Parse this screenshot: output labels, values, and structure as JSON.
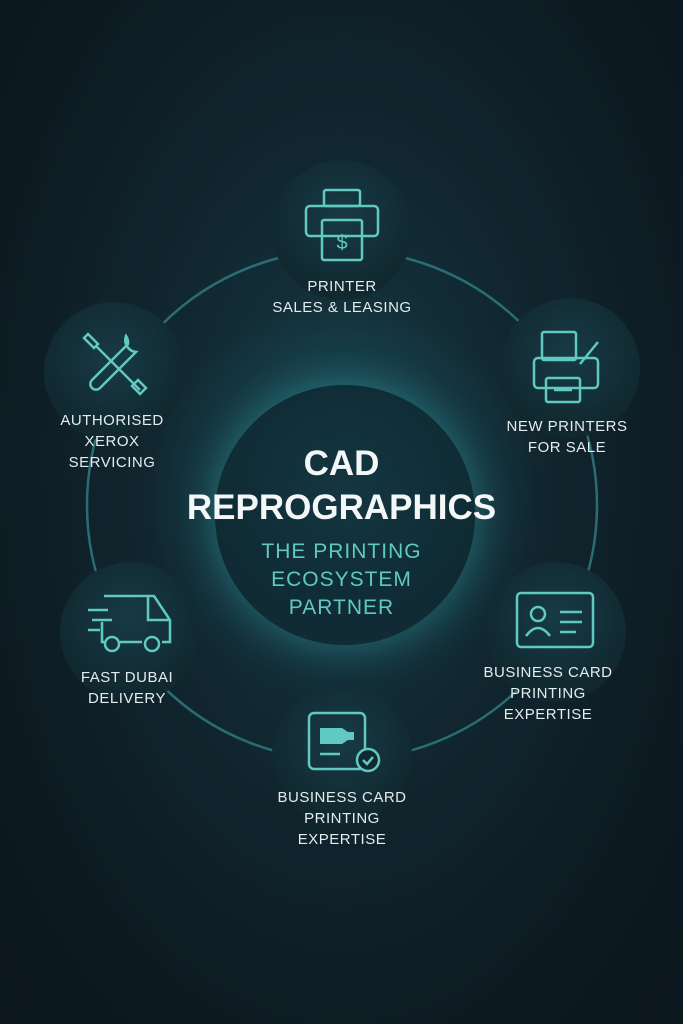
{
  "title": {
    "line1": "CAD",
    "line2": "REPROGRAPHICS"
  },
  "subtitle": {
    "line1": "THE PRINTING",
    "line2": "ECOSYSTEM",
    "line3": "PARTNER"
  },
  "nodes": [
    {
      "icon": "printer-dollar-icon",
      "line1": "PRINTER",
      "line2": "SALES & LEASING"
    },
    {
      "icon": "printer-pen-icon",
      "line1": "NEW PRINTERS",
      "line2": "FOR SALE"
    },
    {
      "icon": "id-card-icon",
      "line1": "BUSINESS CARD",
      "line2": "PRINTING",
      "line3": "EXPERTISE"
    },
    {
      "icon": "card-check-icon",
      "line1": "BUSINESS CARD",
      "line2": "PRINTING",
      "line3": "EXPERTISE"
    },
    {
      "icon": "delivery-van-icon",
      "line1": "FAST DUBAI",
      "line2": "DELIVERY"
    },
    {
      "icon": "wrench-screwdriver-icon",
      "line1": "AUTHORISED",
      "line2": "XEROX",
      "line3": "SERVICING"
    }
  ],
  "colors": {
    "accent": "#5fc9c2",
    "background": "#0f1d26"
  }
}
